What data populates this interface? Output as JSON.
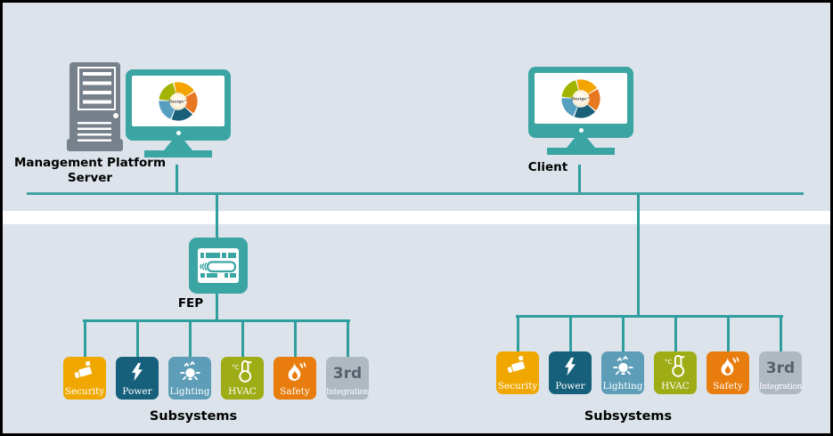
{
  "background": "#DCE3EA",
  "colors": {
    "teal": "#3BA5A3",
    "line": "#2F9E9E",
    "band": "#FFFFFF",
    "server_gray": "#76818B",
    "third_text": "#57606A"
  },
  "nodes": {
    "server": {
      "label_line1": "Management Platform",
      "label_line2": "Server"
    },
    "client": {
      "label": "Client"
    },
    "fep": {
      "label": "FEP"
    }
  },
  "logo": {
    "text": "Desigo™",
    "colors": {
      "green": "#A3B400",
      "amber": "#F3A400",
      "orange": "#E87722",
      "dark_blue": "#1A6078",
      "light_blue": "#569FC0"
    }
  },
  "subsystems": {
    "left_label": "Subsystems",
    "right_label": "Subsystems",
    "items": [
      {
        "icon": "security-camera-icon",
        "label": "Security",
        "color": "#F0A800"
      },
      {
        "icon": "power-bolt-icon",
        "label": "Power",
        "color": "#16607C"
      },
      {
        "icon": "lighting-bulb-icon",
        "label": "Lighting",
        "color": "#5D9DB8"
      },
      {
        "icon": "hvac-thermometer-icon",
        "label": "HVAC",
        "color": "#9EAD15"
      },
      {
        "icon": "safety-flame-icon",
        "label": "Safety",
        "color": "#E87D0E"
      },
      {
        "icon": "third-party-integration-icon",
        "label": "Integration",
        "label_top": "3rd",
        "color": "#AFB9C2"
      }
    ]
  }
}
